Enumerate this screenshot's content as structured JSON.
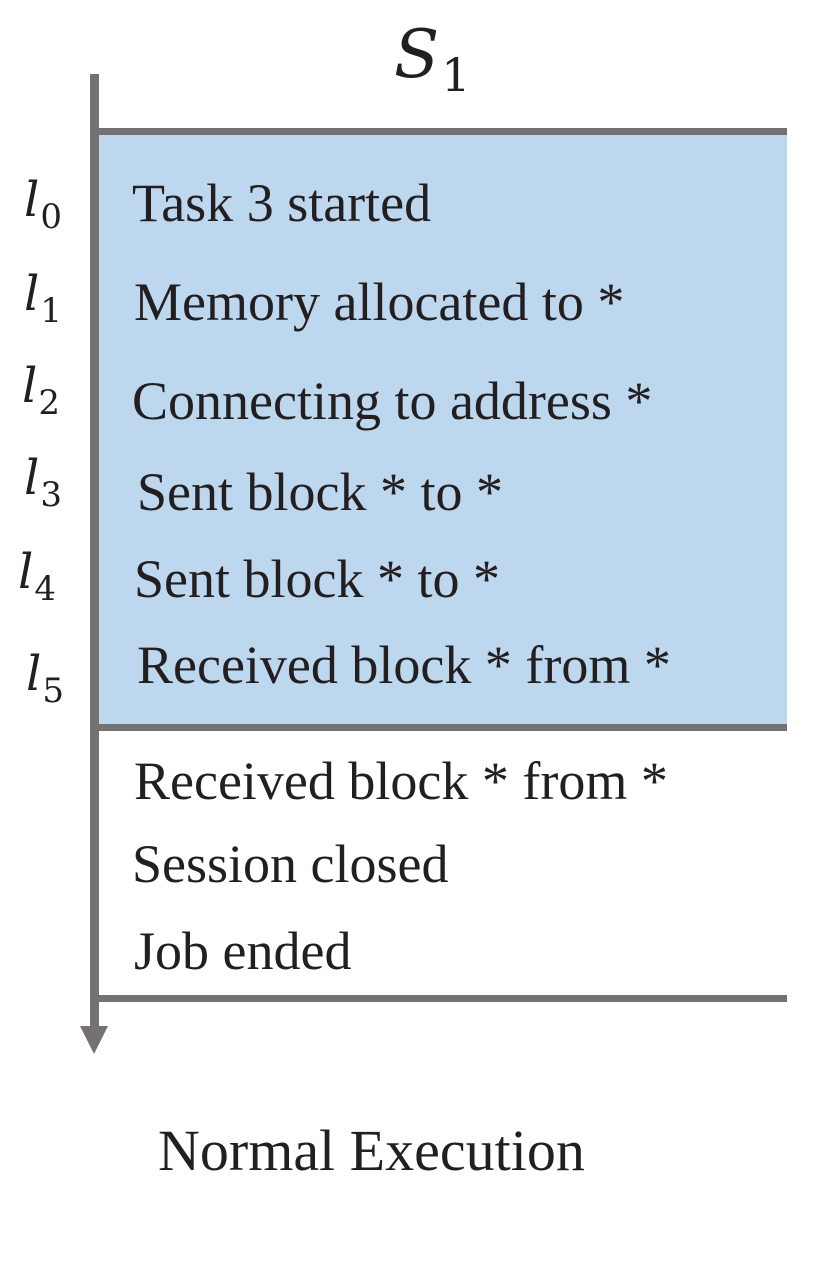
{
  "sequence": {
    "title": {
      "base": "S",
      "sub": "1"
    },
    "highlight_color": "#bdd7ee",
    "axis_color": "#767171",
    "labels": [
      {
        "base": "l",
        "sub": "0"
      },
      {
        "base": "l",
        "sub": "1"
      },
      {
        "base": "l",
        "sub": "2"
      },
      {
        "base": "l",
        "sub": "3"
      },
      {
        "base": "l",
        "sub": "4"
      },
      {
        "base": "l",
        "sub": "5"
      }
    ],
    "highlighted_logs": [
      "Task 3 started",
      "Memory allocated to *",
      "Connecting to address *",
      "Sent block * to *",
      "Sent block * to *",
      "Received block * from *"
    ],
    "remaining_logs": [
      "Received block * from *",
      "Session closed",
      "Job ended"
    ]
  },
  "caption": "Normal Execution"
}
